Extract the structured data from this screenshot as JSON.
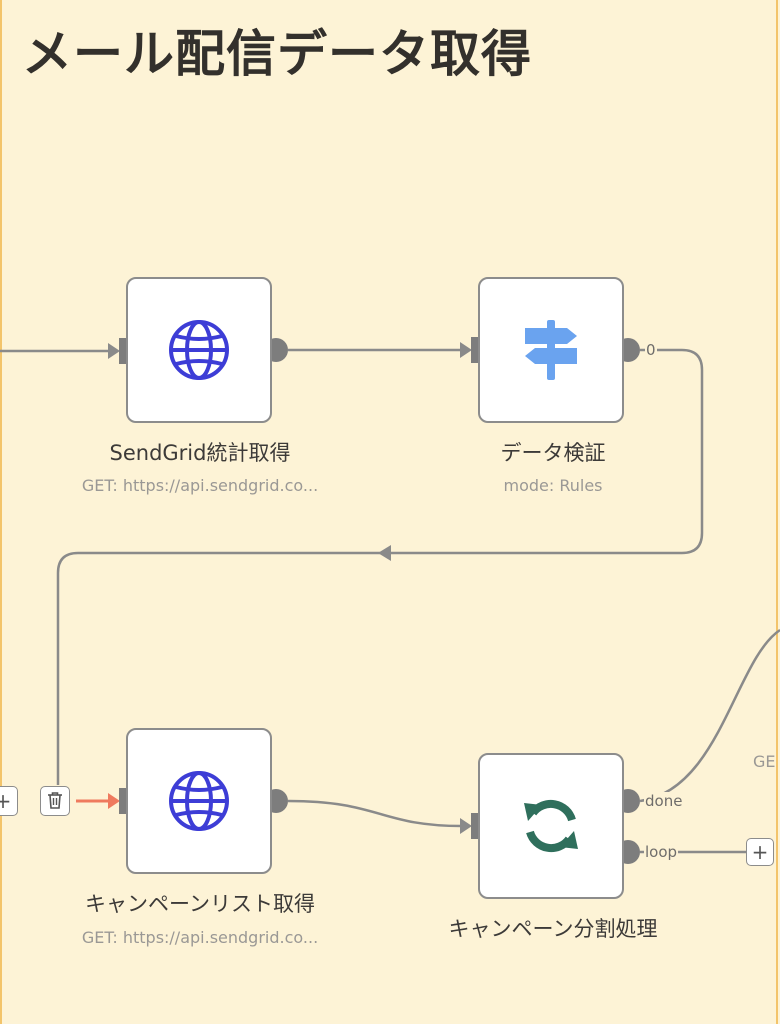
{
  "page": {
    "title": "メール配信データ取得"
  },
  "colors": {
    "background": "#fdf3d6",
    "connection": "#8a8a8a",
    "active_connection": "#ef7a5e",
    "globe": "#3d3dd6",
    "signpost": "#6aa3ef",
    "loop": "#2f6f5c"
  },
  "nodes": {
    "sendgrid_stats": {
      "label": "SendGrid統計取得",
      "subtitle": "GET: https://api.sendgrid.co...",
      "icon": "globe-icon"
    },
    "data_validation": {
      "label": "データ検証",
      "subtitle": "mode: Rules",
      "icon": "signpost-icon",
      "output_label": "0"
    },
    "campaign_list": {
      "label": "キャンペーンリスト取得",
      "subtitle": "GET: https://api.sendgrid.co...",
      "icon": "globe-icon"
    },
    "campaign_split": {
      "label": "キャンペーン分割処理",
      "icon": "loop-icon",
      "output_done": "done",
      "output_loop": "loop"
    }
  },
  "controls": {
    "add_symbol": "+",
    "delete_icon": "trash-icon",
    "partial_offscreen_text": "GE"
  }
}
